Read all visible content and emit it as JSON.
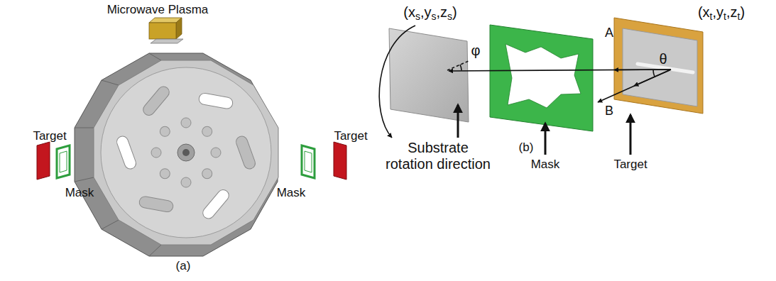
{
  "diagram": {
    "labels": [
      "Microwave Plasma",
      "Target",
      "Target",
      "Mask",
      "Mask",
      "(a)",
      "(xs,ys,zs)",
      "(xt,yt,zt)",
      "A",
      "B",
      "θ",
      "φ",
      "Substrate rotation direction",
      "Mask",
      "Target",
      "(b)"
    ]
  }
}
